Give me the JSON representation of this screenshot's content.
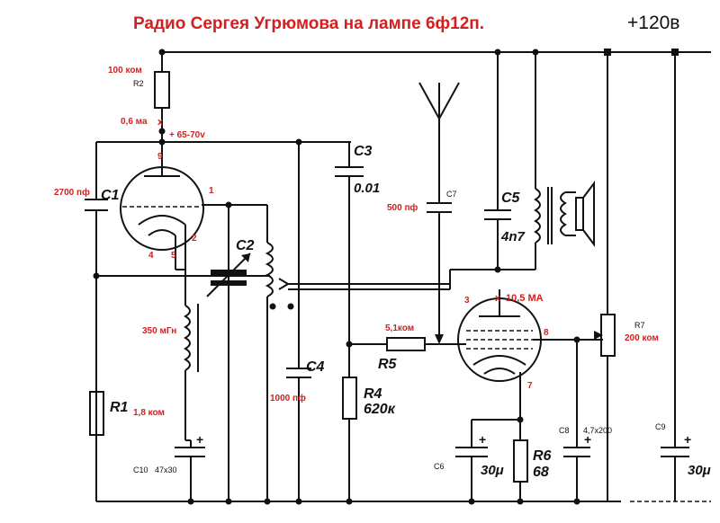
{
  "title": "Радио Сергея Угрюмова на лампе 6ф12п.",
  "supply": "+120в",
  "labels": {
    "r2_value": "100 ком",
    "r2_name": "R2",
    "current_top": "0,6 ма",
    "voltage_anode": "+ 65-70v",
    "c_2700": "2700 пф",
    "c1": "C1",
    "pin9": "9",
    "pin1": "1",
    "pin2": "2",
    "pin4": "4",
    "pin5": "5",
    "c2": "C2",
    "c3": "C3",
    "c3_value": "0.01",
    "c7": "C7",
    "c7_value": "500 пф",
    "c5": "C5",
    "c5_value": "4n7",
    "inductor": "350 мГн",
    "r1": "R1",
    "r1_value": "1,8 ком",
    "c4": "C4",
    "c4_value": "1000 пф",
    "r5": "R5",
    "r5_value": "5,1ком",
    "r4": "R4",
    "r4_value": "620к",
    "pin3": "3",
    "current_out": "10,5 МА",
    "pin8": "8",
    "pin7": "7",
    "r7": "R7",
    "r7_value": "200 ком",
    "c8": "C8",
    "c8_value": "4,7x200",
    "c9": "C9",
    "c6": "C6",
    "c6_value": "30μ",
    "r6": "R6",
    "r6_value": "68",
    "c9_value": "30μ",
    "c10": "C10",
    "c10_value": "47x30",
    "plus": "+"
  }
}
